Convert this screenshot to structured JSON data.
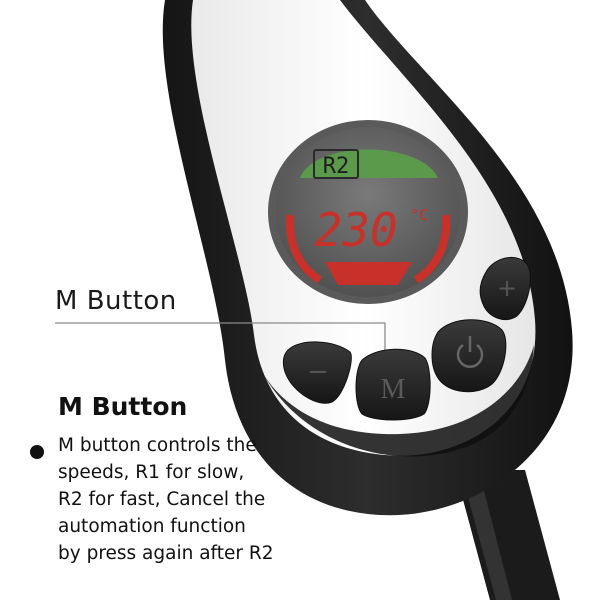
{
  "display": {
    "mode": "R2",
    "temperature": "230",
    "unit": "°C",
    "mode_color": "#5b9a4a",
    "temp_color": "#c8302a"
  },
  "buttons": {
    "minus": "−",
    "m": "M",
    "power": "power-icon",
    "plus": "+"
  },
  "callout": {
    "label": "M Button"
  },
  "info": {
    "heading": "M Button",
    "lines": [
      "M button controls the",
      "speeds, R1 for slow,",
      "R2 for fast, Cancel the",
      "automation function",
      "by press again after R2"
    ]
  }
}
